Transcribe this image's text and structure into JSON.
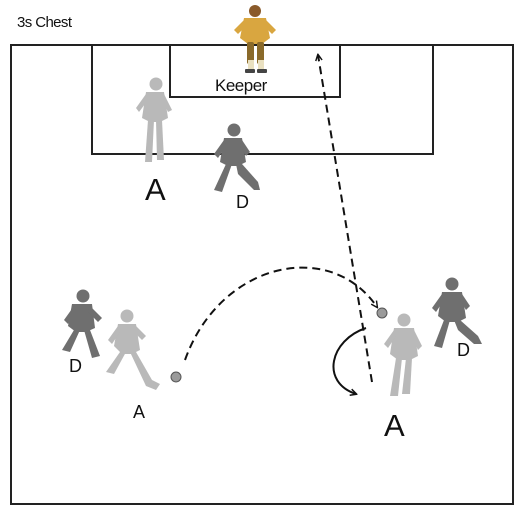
{
  "drill": {
    "title": "3s Chest",
    "keeper_label": "Keeper",
    "player_labels": {
      "attacker_top": "A",
      "defender_top": "D",
      "defender_left": "D",
      "attacker_left": "A",
      "attacker_right": "A",
      "defender_right": "D"
    }
  },
  "colors": {
    "field_line": "#222222",
    "attacker_figure": "#b9b9b9",
    "defender_figure": "#6f6f6f",
    "keeper_shirt": "#d9a640",
    "keeper_shorts": "#8a6a2a",
    "ball": "#9a9a9a",
    "arrow": "#111111"
  },
  "icons": {
    "attacker": "soccer-player-figure",
    "defender": "soccer-player-figure",
    "keeper": "goalkeeper-figure",
    "ball": "soccer-ball-icon"
  }
}
